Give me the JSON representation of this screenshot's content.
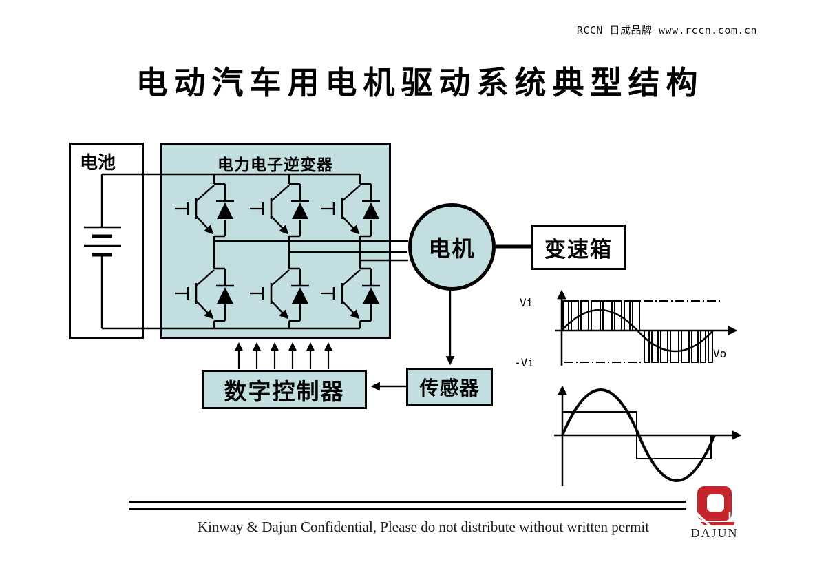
{
  "header": {
    "brand_text": "RCCN 日成品牌 www.rccn.com.cn"
  },
  "title": "电动汽车用电机驱动系统典型结构",
  "diagram": {
    "battery_label": "电池",
    "inverter_label": "电力电子逆变器",
    "motor_label": "电机",
    "gearbox_label": "变速箱",
    "controller_label": "数字控制器",
    "sensor_label": "传感器",
    "igbt_count": "6",
    "controller_to_inverter_signal_count": "6"
  },
  "waveforms": {
    "pwm_plot": {
      "vi_label": "Vi",
      "neg_vi_label": "-Vi",
      "vo_label": "Vo",
      "content": "PWM pulse train between +Vi and -Vi with fundamental sine overlay, dash-dot reference levels"
    },
    "output_plot": {
      "content": "Full-period sine wave with lower-amplitude fundamental square wave overlay"
    }
  },
  "footer": {
    "confidential_text": "Kinway & Dajun Confidential, Please do not distribute without written permit",
    "logo_text": "DAJUN"
  },
  "colors": {
    "block_fill": "#c3dee1",
    "line": "#000000",
    "logo_red": "#c4242b",
    "background": "#ffffff"
  }
}
